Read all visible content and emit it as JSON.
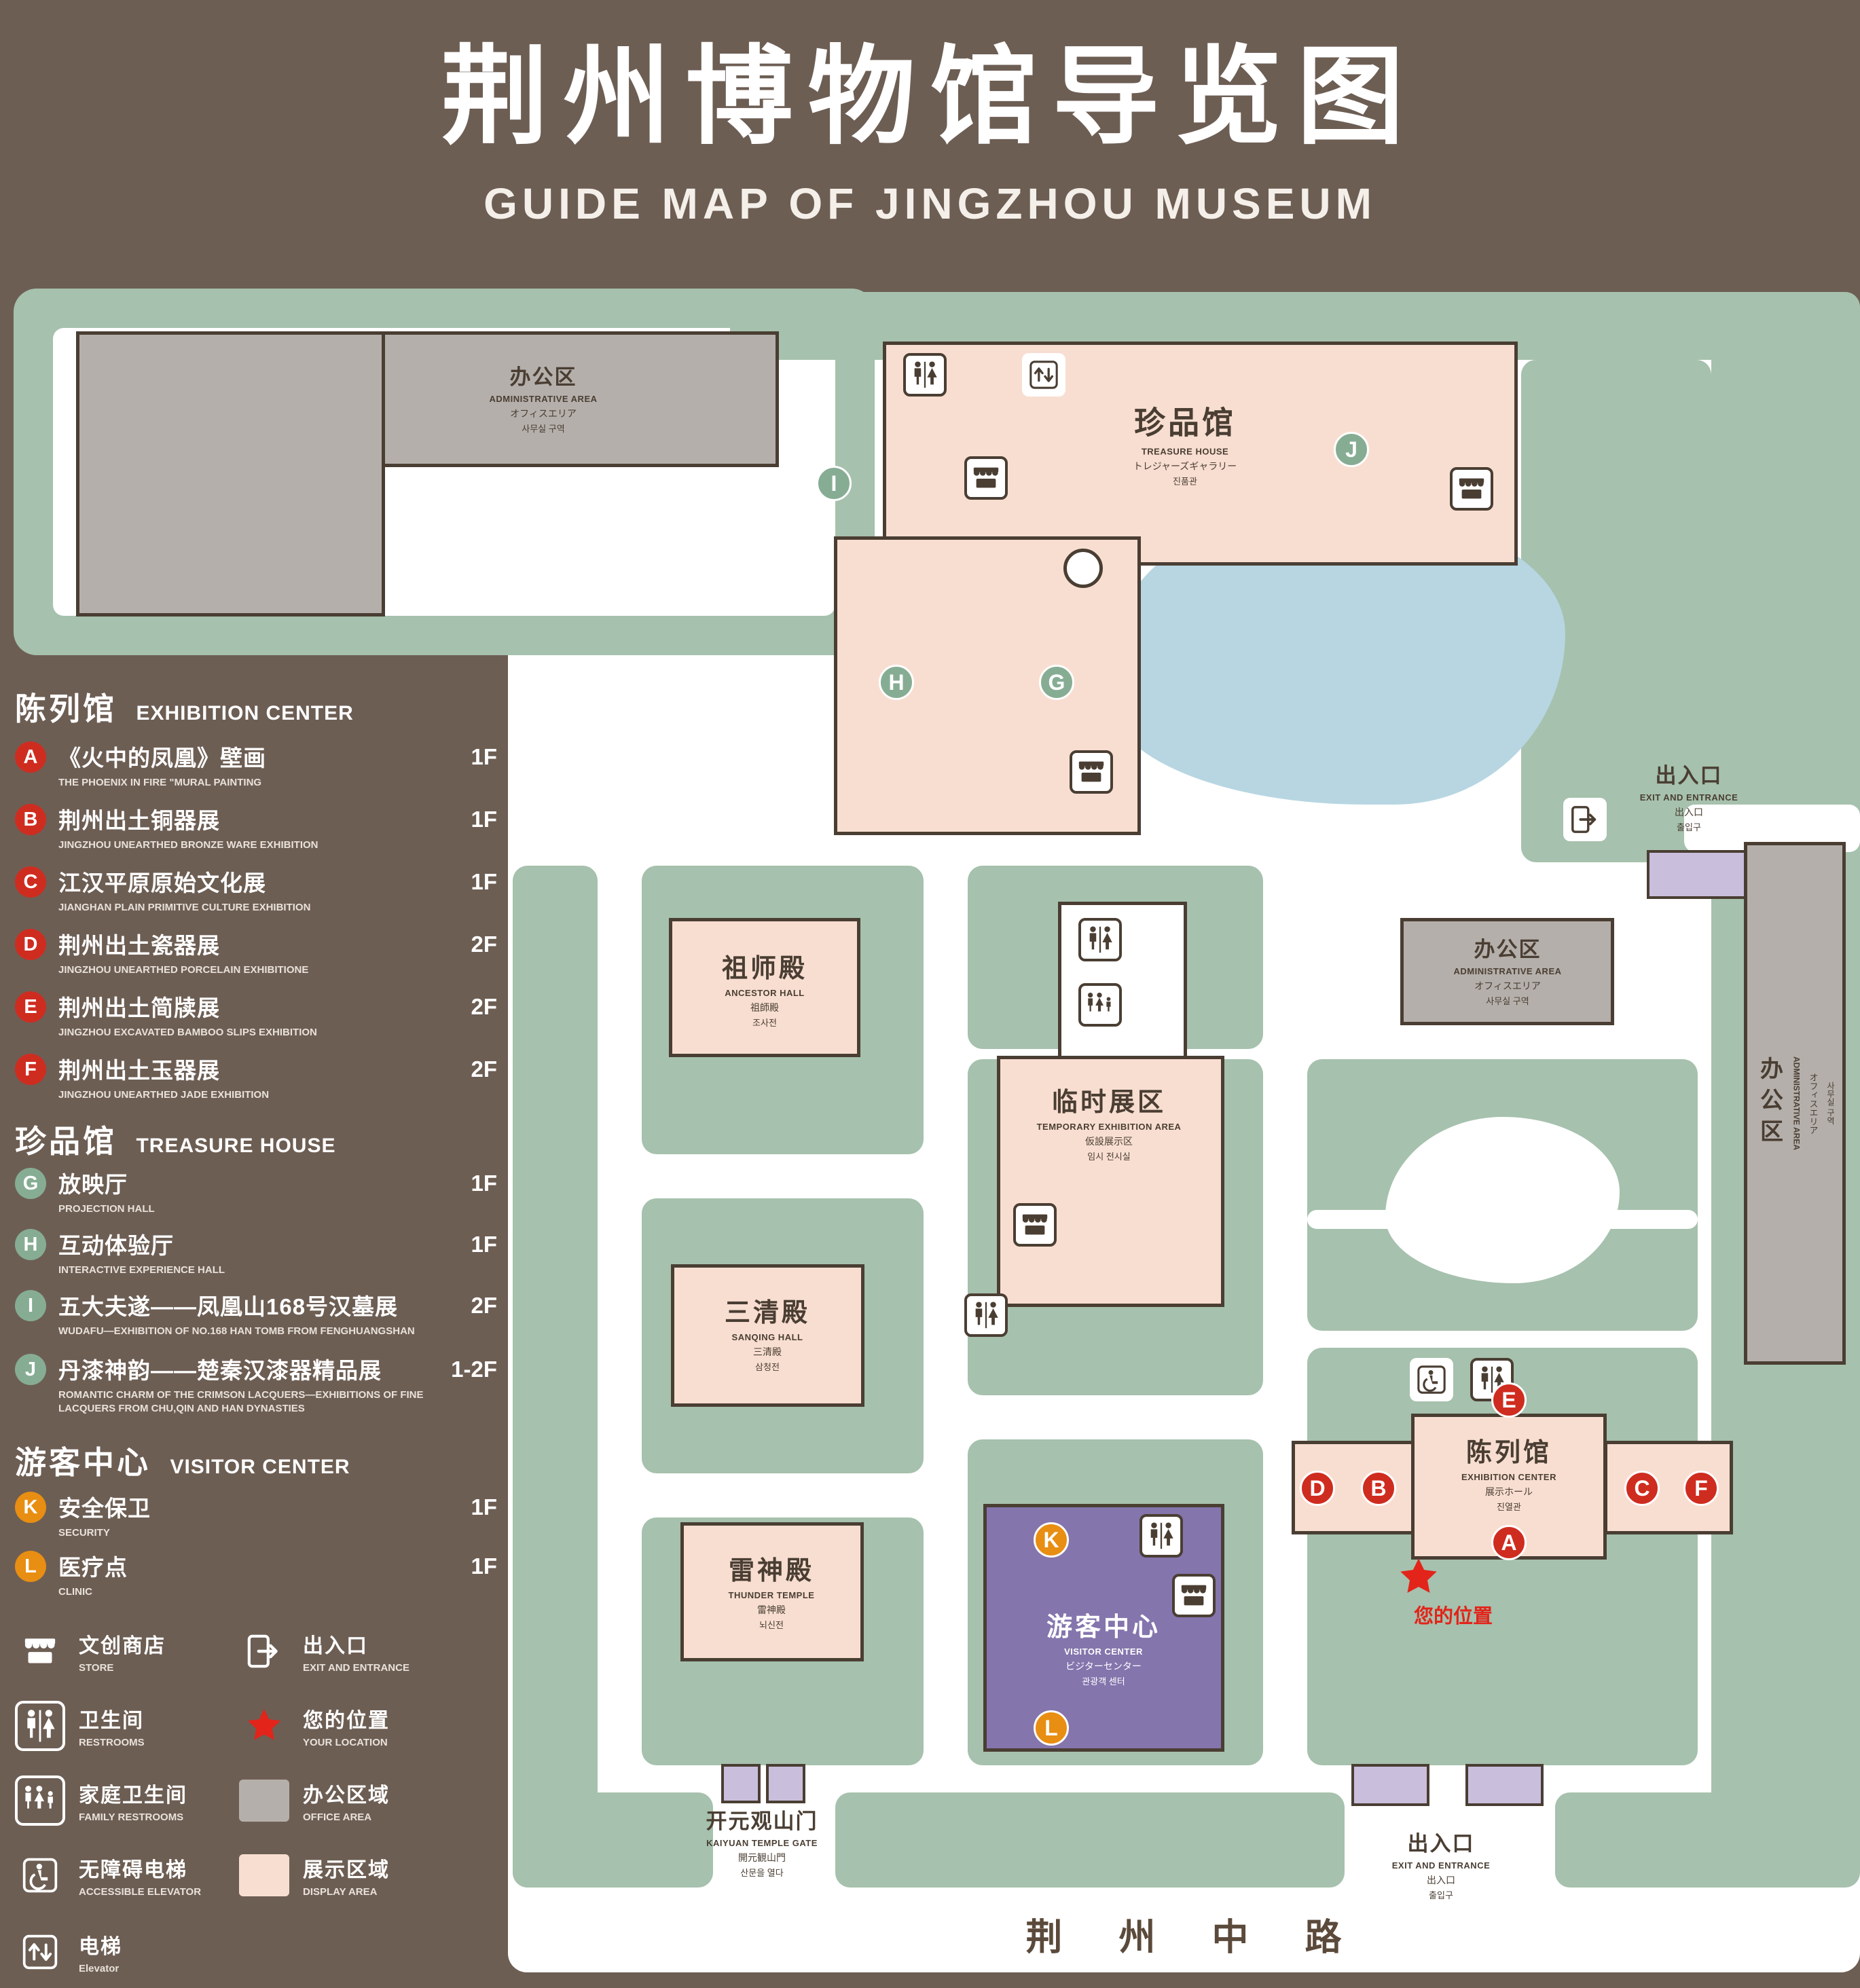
{
  "title": {
    "zh": "荆州博物馆导览图",
    "en": "GUIDE MAP OF JINGZHOU MUSEUM"
  },
  "colors": {
    "background": "#6d5e54",
    "landscape_green": "#a6c1ad",
    "display_area_pink": "#f8ded1",
    "office_area_gray": "#b4afaa",
    "visitor_center_purple": "#8475ad",
    "entrance_lavender": "#c9bedc",
    "pond_blue": "#b7d6e2",
    "outline_brown": "#4a3e33",
    "marker_red": "#cf2c20",
    "marker_green": "#86ad93",
    "marker_orange": "#e88e12",
    "location_red": "#e2241a"
  },
  "legend": {
    "sections": [
      {
        "zh": "陈列馆",
        "en": "EXHIBITION CENTER",
        "items": [
          {
            "letter": "A",
            "zh": "《火中的凤凰》壁画",
            "en": "THE PHOENIX IN FIRE \"MURAL PAINTING",
            "floor": "1F"
          },
          {
            "letter": "B",
            "zh": "荆州出土铜器展",
            "en": "JINGZHOU UNEARTHED BRONZE WARE EXHIBITION",
            "floor": "1F"
          },
          {
            "letter": "C",
            "zh": "江汉平原原始文化展",
            "en": "JIANGHAN PLAIN PRIMITIVE CULTURE EXHIBITION",
            "floor": "1F"
          },
          {
            "letter": "D",
            "zh": "荆州出土瓷器展",
            "en": "JINGZHOU UNEARTHED PORCELAIN EXHIBITIONE",
            "floor": "2F"
          },
          {
            "letter": "E",
            "zh": "荆州出土简牍展",
            "en": "JINGZHOU EXCAVATED BAMBOO SLIPS EXHIBITION",
            "floor": "2F"
          },
          {
            "letter": "F",
            "zh": "荆州出土玉器展",
            "en": "JINGZHOU UNEARTHED JADE EXHIBITION",
            "floor": "2F"
          }
        ]
      },
      {
        "zh": "珍品馆",
        "en": "TREASURE HOUSE",
        "items": [
          {
            "letter": "G",
            "zh": "放映厅",
            "en": "PROJECTION HALL",
            "floor": "1F"
          },
          {
            "letter": "H",
            "zh": "互动体验厅",
            "en": "INTERACTIVE EXPERIENCE HALL",
            "floor": "1F"
          },
          {
            "letter": "I",
            "zh": "五大夫遂——凤凰山168号汉墓展",
            "en": "WUDAFU—EXHIBITION OF NO.168 HAN TOMB FROM FENGHUANGSHAN",
            "floor": "2F"
          },
          {
            "letter": "J",
            "zh": "丹漆神韵——楚秦汉漆器精品展",
            "en": "ROMANTIC CHARM OF THE CRIMSON LACQUERS—EXHIBITIONS OF FINE LACQUERS FROM CHU,QIN AND HAN DYNASTIES",
            "floor": "1-2F"
          }
        ]
      },
      {
        "zh": "游客中心",
        "en": "VISITOR CENTER",
        "items": [
          {
            "letter": "K",
            "zh": "安全保卫",
            "en": "SECURITY",
            "floor": "1F"
          },
          {
            "letter": "L",
            "zh": "医疗点",
            "en": "CLINIC",
            "floor": "1F"
          }
        ]
      }
    ],
    "symbols": [
      {
        "icon": "store-icon",
        "zh": "文创商店",
        "en": "STORE"
      },
      {
        "icon": "exit-icon",
        "zh": "出入口",
        "en": "EXIT AND ENTRANCE"
      },
      {
        "icon": "restroom-icon",
        "zh": "卫生间",
        "en": "RESTROOMS"
      },
      {
        "icon": "location-star-icon",
        "zh": "您的位置",
        "en": "YOUR LOCATION"
      },
      {
        "icon": "family-restroom-icon",
        "zh": "家庭卫生间",
        "en": "FAMILY RESTROOMS"
      },
      {
        "icon": "office-area-swatch",
        "zh": "办公区域",
        "en": "OFFICE AREA"
      },
      {
        "icon": "accessible-elevator-icon",
        "zh": "无障碍电梯",
        "en": "ACCESSIBLE ELEVATOR"
      },
      {
        "icon": "display-area-swatch",
        "zh": "展示区域",
        "en": "DISPLAY AREA"
      },
      {
        "icon": "elevator-icon",
        "zh": "电梯",
        "en": "Elevator"
      }
    ]
  },
  "map": {
    "buildings": {
      "admin": {
        "zh": "办公区",
        "en": "ADMINISTRATIVE AREA",
        "jp": "オフィスエリア",
        "kr": "사무실 구역"
      },
      "treasure_house": {
        "zh": "珍品馆",
        "en": "TREASURE HOUSE",
        "jp": "トレジャーズギャラリー",
        "kr": "진품관"
      },
      "ancestor_hall": {
        "zh": "祖师殿",
        "en": "ANCESTOR HALL",
        "jp": "祖師殿",
        "kr": "조사전"
      },
      "temporary_exhibition": {
        "zh": "临时展区",
        "en": "TEMPORARY EXHIBITION AREA",
        "jp": "仮設展示区",
        "kr": "임시 전시실"
      },
      "sanqing_hall": {
        "zh": "三清殿",
        "en": "SANQING HALL",
        "jp": "三清殿",
        "kr": "삼청전"
      },
      "thunder_temple": {
        "zh": "雷神殿",
        "en": "THUNDER TEMPLE",
        "jp": "雷神殿",
        "kr": "뇌신전"
      },
      "visitor_center": {
        "zh": "游客中心",
        "en": "VISITOR CENTER",
        "jp": "ビジターセンター",
        "kr": "관광객 센터"
      },
      "exhibition_center": {
        "zh": "陈列馆",
        "en": "EXHIBITION CENTER",
        "jp": "展示ホール",
        "kr": "진열관"
      },
      "gate": {
        "zh": "开元观山门",
        "en": "KAIYUAN TEMPLE GATE",
        "jp": "開元観山門",
        "kr": "산문을 열다"
      },
      "exit": {
        "zh": "出入口",
        "en": "EXIT AND ENTRANCE",
        "jp": "出入口",
        "kr": "출입구"
      }
    },
    "your_location": {
      "zh": "您的位置"
    },
    "road": {
      "zh": "荆 州 中 路"
    },
    "markers": {
      "A": "A",
      "B": "B",
      "C": "C",
      "D": "D",
      "E": "E",
      "F": "F",
      "G": "G",
      "H": "H",
      "I": "I",
      "J": "J",
      "K": "K",
      "L": "L"
    }
  }
}
